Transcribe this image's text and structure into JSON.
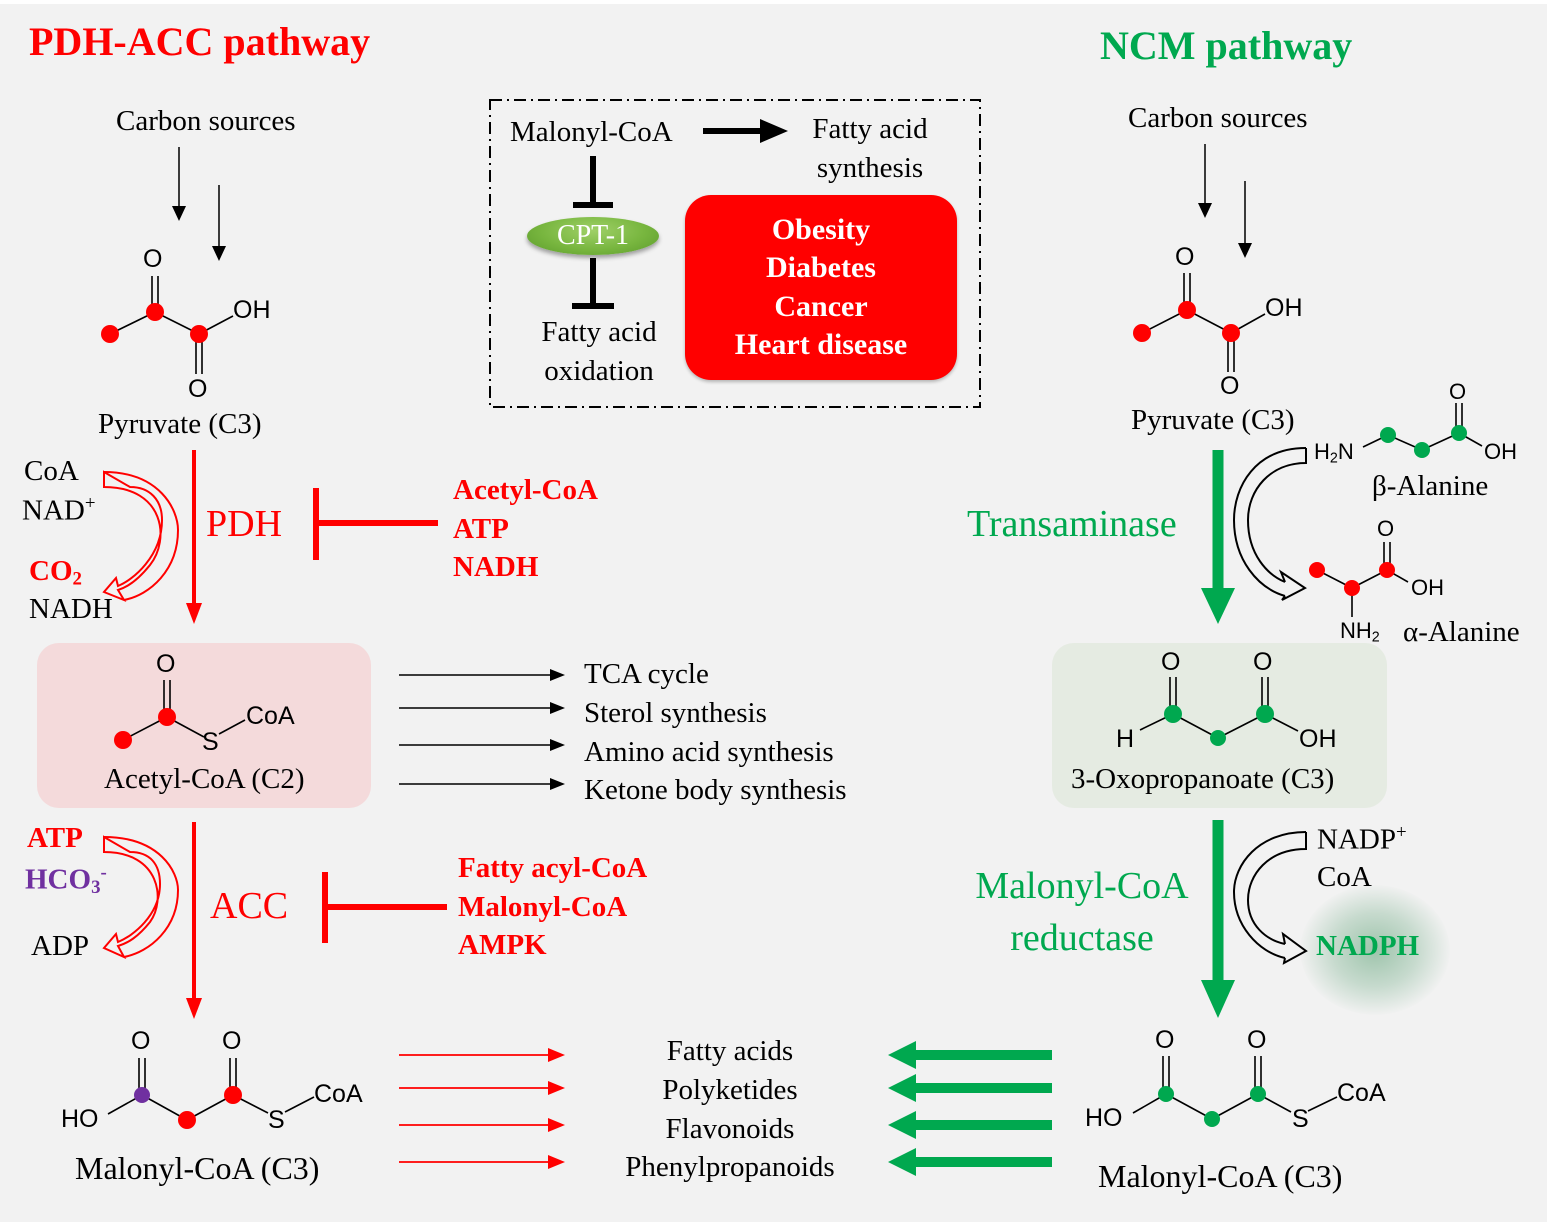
{
  "titles": {
    "left": "PDH-ACC pathway",
    "right": "NCM pathway"
  },
  "colors": {
    "pdh_acc": "#ff0000",
    "ncm": "#00a84f",
    "bicarbonate": "#7030a0",
    "acetyl_box": "#f4dadb",
    "oxo_box": "#e5ebe2",
    "disease_box": "#ff0000",
    "cpt1": "#78b63f",
    "background": "#f2f2f2"
  },
  "left": {
    "carbon_sources": "Carbon sources",
    "pyruvate": {
      "label": "Pyruvate (C3)",
      "atoms": {
        "o_top": "O",
        "o_bottom": "O",
        "oh": "OH"
      }
    },
    "pdh": {
      "enzyme": "PDH",
      "inputs": [
        "CoA",
        "NAD"
      ],
      "input_superscript": "+",
      "outputs": {
        "co": "CO",
        "co_sub": "2",
        "nadh": "NADH"
      },
      "inhibitors": [
        "Acetyl-CoA",
        "ATP",
        "NADH"
      ]
    },
    "acetyl_coa": {
      "label": "Acetyl-CoA (C2)",
      "atoms": {
        "o": "O",
        "s": "S",
        "coa": "CoA"
      },
      "fates": [
        "TCA cycle",
        "Sterol synthesis",
        "Amino acid synthesis",
        "Ketone body synthesis"
      ]
    },
    "acc": {
      "enzyme": "ACC",
      "inputs": {
        "atp": "ATP",
        "hco": "HCO",
        "hco_sub": "3",
        "hco_sup": "-"
      },
      "output": "ADP",
      "inhibitors": [
        "Fatty acyl-CoA",
        "Malonyl-CoA",
        "AMPK"
      ]
    },
    "malonyl_coa": {
      "label": "Malonyl-CoA (C3)",
      "atoms": {
        "o1": "O",
        "o2": "O",
        "ho": "HO",
        "s": "S",
        "coa": "CoA"
      }
    }
  },
  "center_box": {
    "malonyl_coa": "Malonyl-CoA",
    "fatty_acid_synthesis": [
      "Fatty acid",
      "synthesis"
    ],
    "cpt1": "CPT-1",
    "fatty_acid_oxidation": [
      "Fatty acid",
      "oxidation"
    ],
    "diseases": [
      "Obesity",
      "Diabetes",
      "Cancer",
      "Heart disease"
    ]
  },
  "products": [
    "Fatty acids",
    "Polyketides",
    "Flavonoids",
    "Phenylpropanoids"
  ],
  "right": {
    "carbon_sources": "Carbon sources",
    "pyruvate": {
      "label": "Pyruvate (C3)",
      "atoms": {
        "o_top": "O",
        "o_bottom": "O",
        "oh": "OH"
      }
    },
    "transaminase": {
      "enzyme": "Transaminase",
      "beta_alanine": {
        "label": "β-Alanine",
        "h2n": "H",
        "h2n_sub": "2",
        "h2n_n": "N",
        "o": "O",
        "oh": "OH"
      },
      "alpha_alanine": {
        "label": "α-Alanine",
        "nh": "NH",
        "nh_sub": "2",
        "o": "O",
        "oh": "OH"
      }
    },
    "oxopropanoate": {
      "label": "3-Oxopropanoate (C3)",
      "atoms": {
        "o1": "O",
        "o2": "O",
        "h": "H",
        "oh": "OH"
      }
    },
    "mcr": {
      "enzyme_line1": "Malonyl-CoA",
      "enzyme_line2": "reductase",
      "inputs": [
        "NADP",
        "CoA"
      ],
      "input_superscript": "+",
      "output": "NADPH"
    },
    "malonyl_coa": {
      "label": "Malonyl-CoA (C3)",
      "atoms": {
        "o1": "O",
        "o2": "O",
        "ho": "HO",
        "s": "S",
        "coa": "CoA"
      }
    }
  }
}
